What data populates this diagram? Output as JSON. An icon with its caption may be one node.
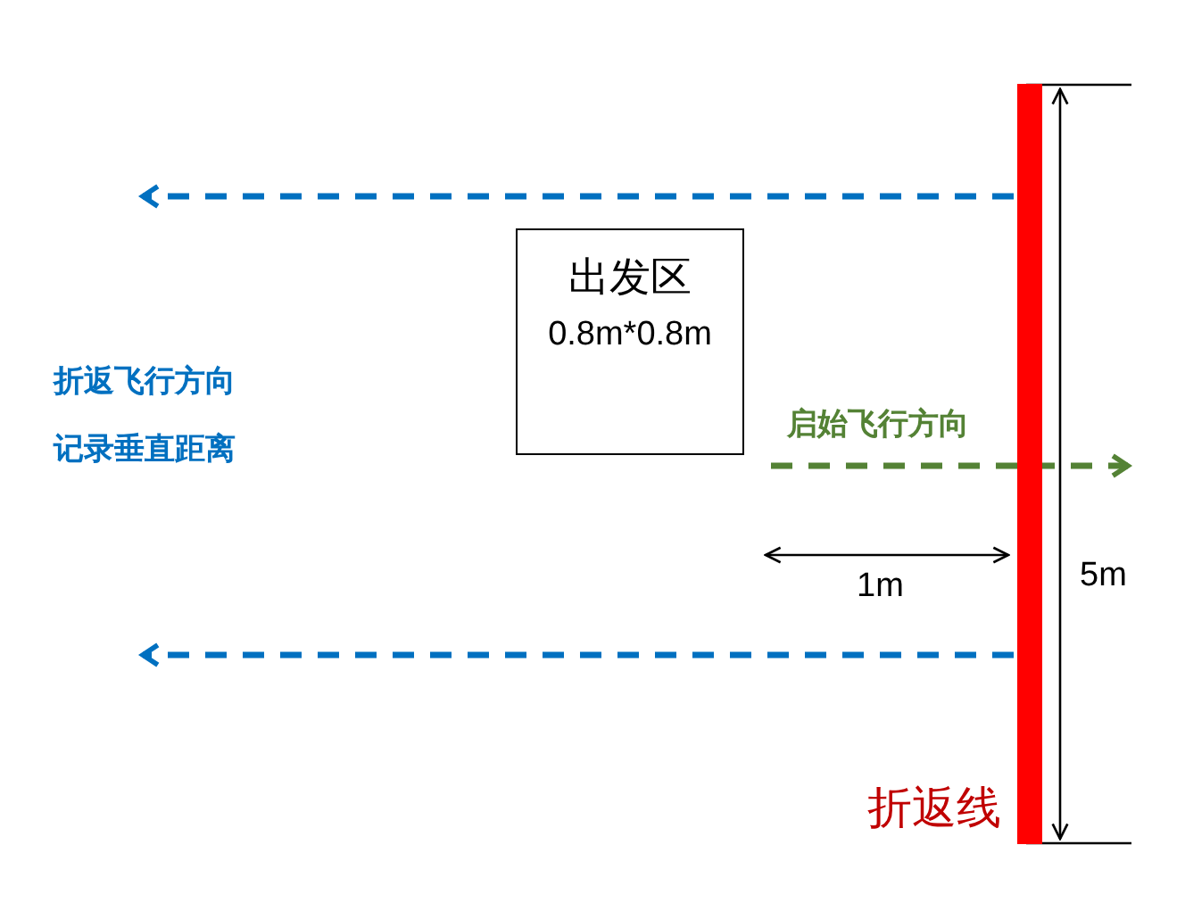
{
  "diagram": {
    "nodes": [
      {
        "text": [
          "出发区",
          "0.8m*0.8m"
        ]
      },
      {
        "text": [],
        "shape": "bar",
        "beside": [
          "折返线"
        ]
      }
    ],
    "edges": [
      {
        "from": 1,
        "to": null,
        "arrow": "to",
        "style": "dashed"
      },
      {
        "from": 1,
        "to": null,
        "arrow": "to",
        "style": "dashed"
      }
    ],
    "labels": [
      "折返飞行方向",
      "记录垂直距离",
      "启始飞行方向",
      "1m",
      "5m"
    ]
  }
}
